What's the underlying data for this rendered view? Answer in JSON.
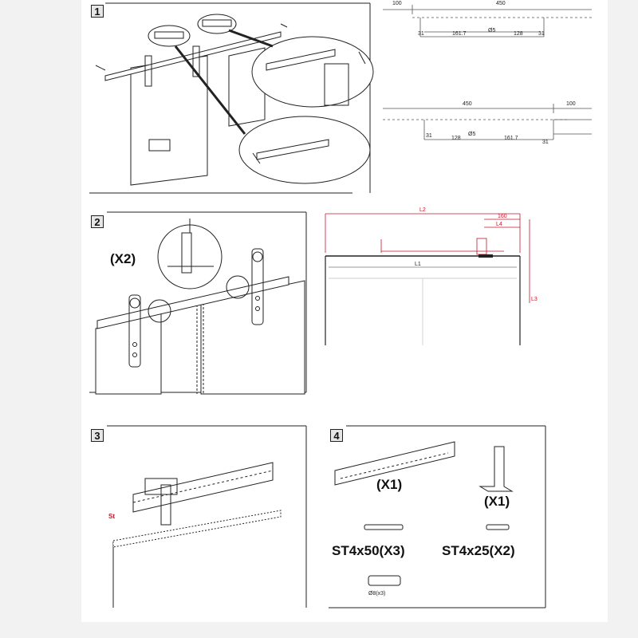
{
  "steps": [
    {
      "number": "1"
    },
    {
      "number": "2",
      "qty_label": "(X2)"
    },
    {
      "number": "3",
      "side_label": "St"
    },
    {
      "number": "4",
      "rail_qty": "(X1)",
      "bracket_qty": "(X1)",
      "screw_long": "ST4x50(X3)",
      "screw_short": "ST4x25(X2)",
      "anchor_label": "Ø8(x3)"
    }
  ],
  "dims_top": {
    "top_left": "100",
    "top_right": "450",
    "d1": "31",
    "d2": "161.7",
    "d3": "Ø5",
    "d4": "128",
    "d5": "31"
  },
  "dims_bottom": {
    "top_left": "450",
    "top_right": "100",
    "d1": "31",
    "d2": "128",
    "d3": "Ø5",
    "d4": "161.7",
    "d5": "31"
  },
  "install": {
    "l2": "L2",
    "l1": "L1",
    "l3": "L3",
    "l4": "L4",
    "h160": "160"
  },
  "colors": {
    "line": "#222222",
    "dim": "#555555",
    "accent": "#c0182b"
  }
}
